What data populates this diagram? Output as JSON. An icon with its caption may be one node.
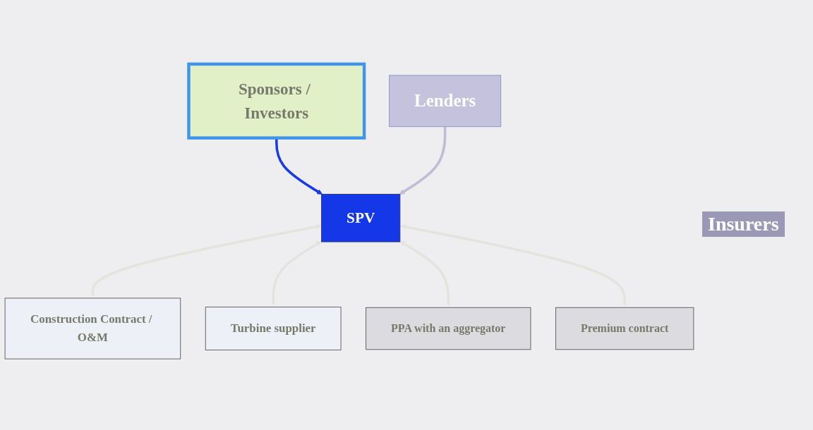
{
  "diagram": {
    "nodes": [
      {
        "text": [
          "Sponsors / Investors"
        ]
      },
      {
        "text": [
          "SPV"
        ]
      },
      {
        "text": [
          "Lenders"
        ]
      },
      {
        "text": [
          "Construction Contract / O&M"
        ]
      },
      {
        "text": [
          "Turbine supplier"
        ]
      },
      {
        "text": [
          "PPA with an aggregator"
        ]
      },
      {
        "text": [
          "Premium contract"
        ]
      }
    ],
    "edges": [
      {
        "from": 0,
        "to": 1,
        "arrow": "to",
        "color": "#1a3ae6"
      },
      {
        "from": 2,
        "to": 1,
        "arrow": "to",
        "color": "#c0bcd4"
      },
      {
        "from": 3,
        "to": 1,
        "arrow": "to"
      },
      {
        "from": 4,
        "to": 1,
        "arrow": "to"
      },
      {
        "from": 5,
        "to": 1,
        "arrow": "to"
      },
      {
        "from": 6,
        "to": 1,
        "arrow": "to"
      }
    ],
    "labels": [
      "Insurers"
    ]
  }
}
